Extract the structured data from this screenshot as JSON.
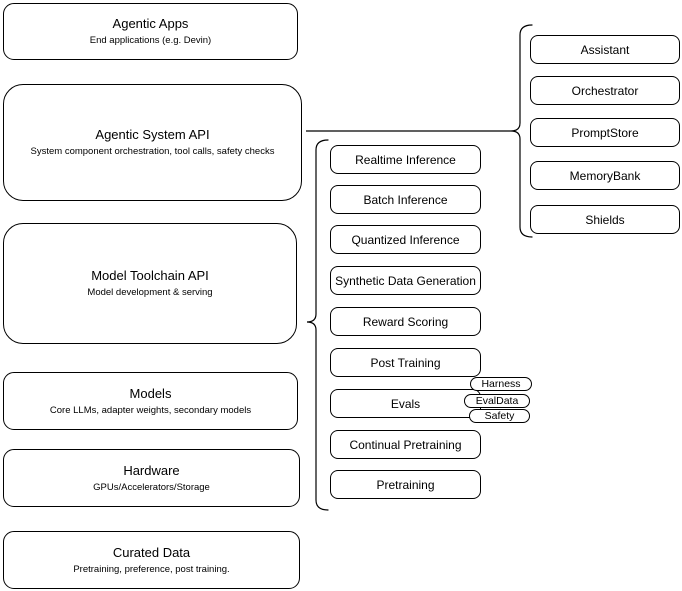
{
  "left": [
    {
      "title": "Agentic Apps",
      "subtitle": "End applications (e.g. Devin)"
    },
    {
      "title": "Agentic System API",
      "subtitle": "System component orchestration, tool calls, safety checks"
    },
    {
      "title": "Model Toolchain API",
      "subtitle": "Model development & serving"
    },
    {
      "title": "Models",
      "subtitle": "Core LLMs, adapter weights, secondary models"
    },
    {
      "title": "Hardware",
      "subtitle": "GPUs/Accelerators/Storage"
    },
    {
      "title": "Curated Data",
      "subtitle": "Pretraining, preference, post training."
    }
  ],
  "toolchain": [
    "Realtime Inference",
    "Batch Inference",
    "Quantized Inference",
    "Synthetic Data Generation",
    "Reward Scoring",
    "Post Training",
    "Evals",
    "Continual Pretraining",
    "Pretraining"
  ],
  "eval_tags": [
    "Harness",
    "EvalData",
    "Safety"
  ],
  "components": [
    "Assistant",
    "Orchestrator",
    "PromptStore",
    "MemoryBank",
    "Shields"
  ],
  "colors": {
    "stroke": "#000000",
    "fill": "#ffffff",
    "text": "#000000",
    "background": "#ffffff"
  }
}
